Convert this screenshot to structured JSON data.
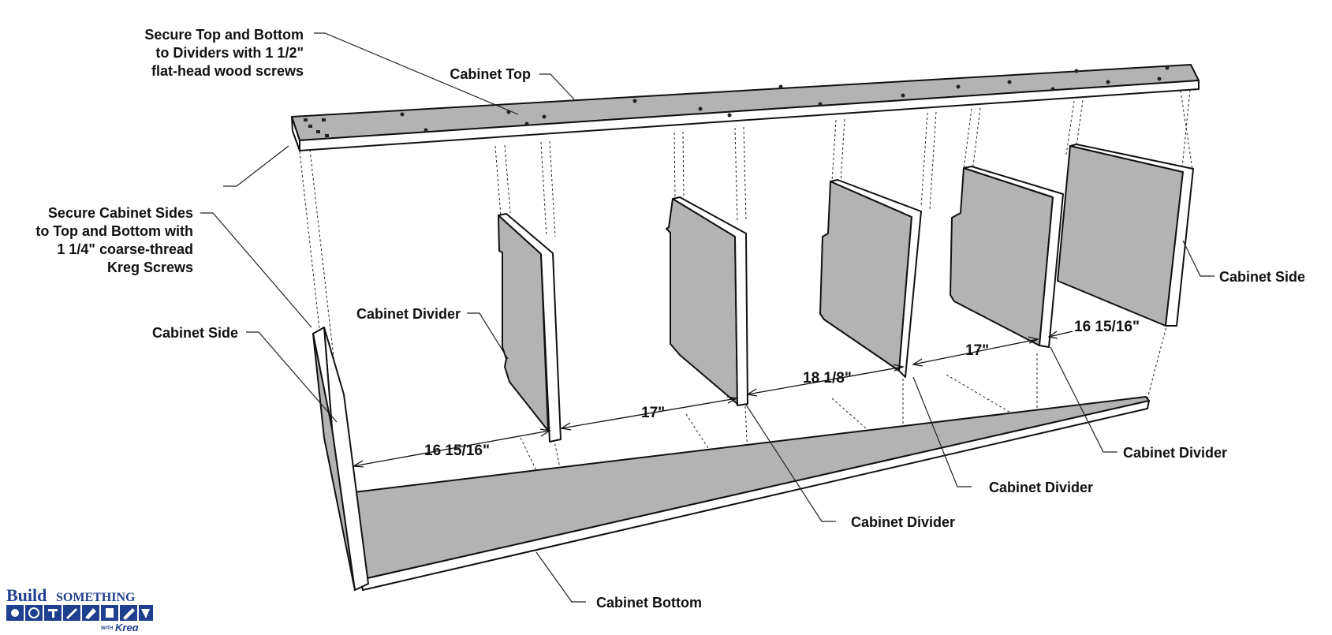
{
  "annotations": {
    "secure_top_bottom": [
      "Secure Top and Bottom",
      "to Dividers with 1 1/2\"",
      "flat-head wood screws"
    ],
    "secure_sides": [
      "Secure Cabinet Sides",
      "to Top and Bottom with",
      "1 1/4\" coarse-thread",
      "Kreg Screws"
    ]
  },
  "parts": {
    "top": "Cabinet Top",
    "bottom": "Cabinet Bottom",
    "side_left": "Cabinet Side",
    "side_right": "Cabinet Side",
    "divider_1": "Cabinet Divider",
    "divider_2": "Cabinet Divider",
    "divider_3": "Cabinet Divider",
    "divider_4": "Cabinet Divider"
  },
  "dimensions": {
    "d1": "16 15/16\"",
    "d2": "17\"",
    "d3": "18 1/8\"",
    "d4": "17\"",
    "d5": "16 15/16\""
  },
  "logo": {
    "build": "Build",
    "something": "SOMETHING",
    "with": "WITH",
    "brand": "Kreg"
  },
  "colors": {
    "panel": "#b3b3b3",
    "edge": "#ffffff",
    "line": "#111111",
    "logo_blue": "#1f3f8f"
  }
}
